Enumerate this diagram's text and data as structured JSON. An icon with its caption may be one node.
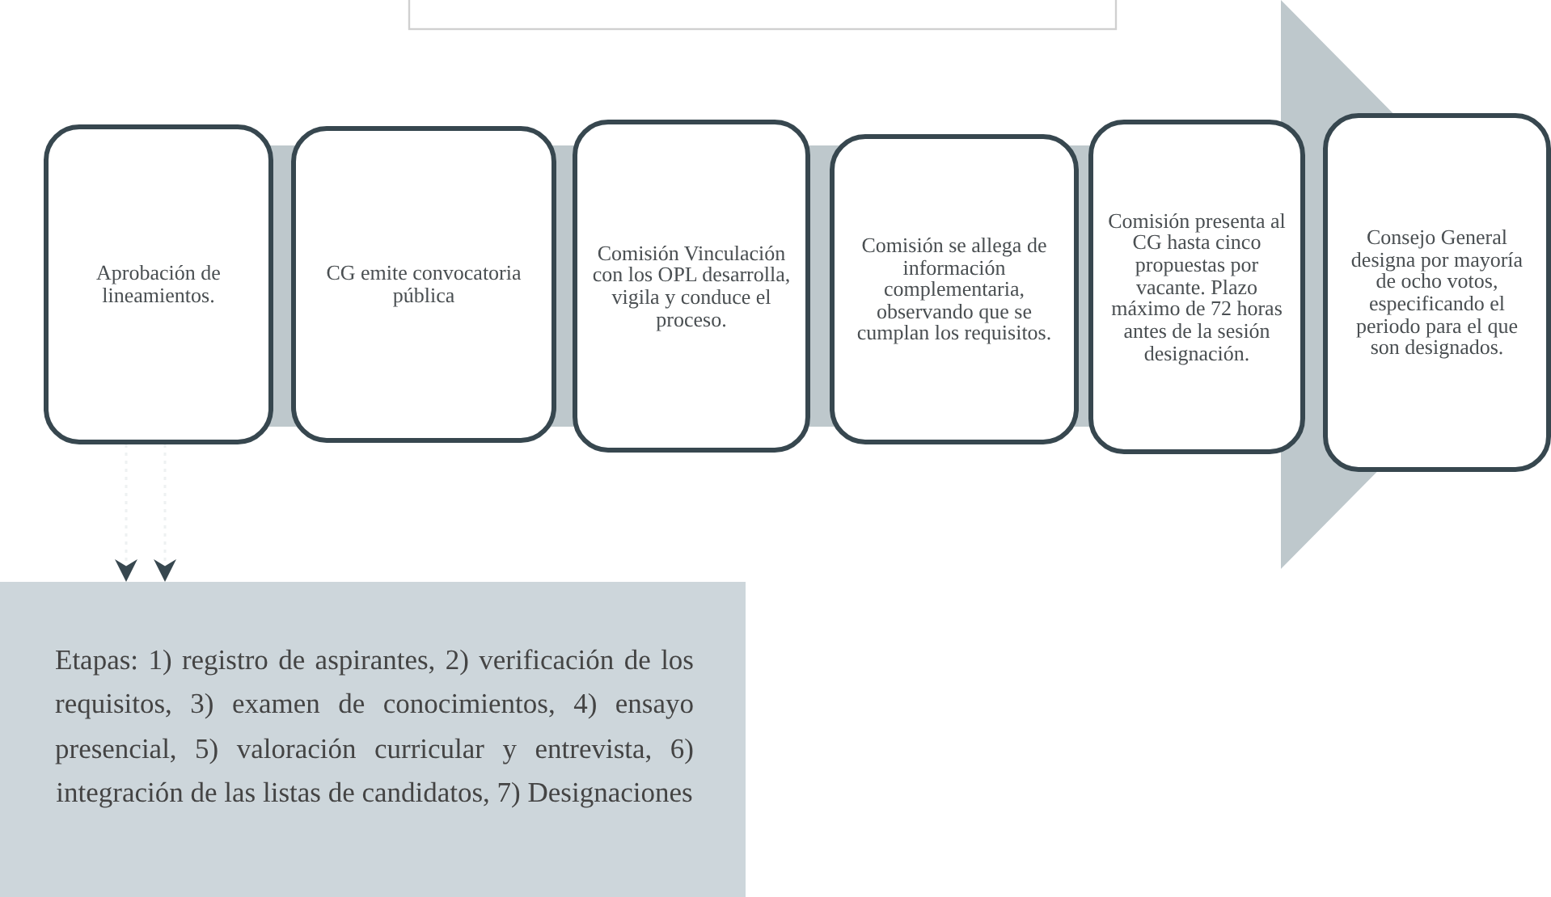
{
  "diagram": {
    "nodes": [
      {
        "text": [
          "Aprobación de lineamientos."
        ]
      },
      {
        "text": [
          "CG emite convocatoria pública"
        ]
      },
      {
        "text": [
          "Comisión Vinculación con los OPL desarrolla, vigila y conduce el proceso."
        ]
      },
      {
        "text": [
          "Comisión se allega de información complementaria, observando que se cumplan los requisitos."
        ]
      },
      {
        "text": [
          "Comisión presenta al CG hasta cinco propuestas por vacante. Plazo máximo de 72 horas antes de la sesión designación."
        ]
      },
      {
        "text": [
          "Consejo General designa por mayoría de ocho votos, especificando el periodo para el que son designados."
        ]
      },
      {
        "text": [
          "Etapas: 1) registro de aspirantes, 2) verificación de los requisitos, 3) examen de conocimientos, 4) ensayo presencial, 5) valoración curricular y entrevista, 6) integración de las listas de candidatos, 7) Designaciones"
        ]
      }
    ],
    "edges": [
      {
        "from": 0,
        "to": 5,
        "arrow": "to",
        "style": "thick",
        "color": "#bec8cc"
      },
      {
        "from": 0,
        "to": 6,
        "arrow": "to"
      },
      {
        "from": 0,
        "to": 6,
        "arrow": "to"
      }
    ]
  }
}
